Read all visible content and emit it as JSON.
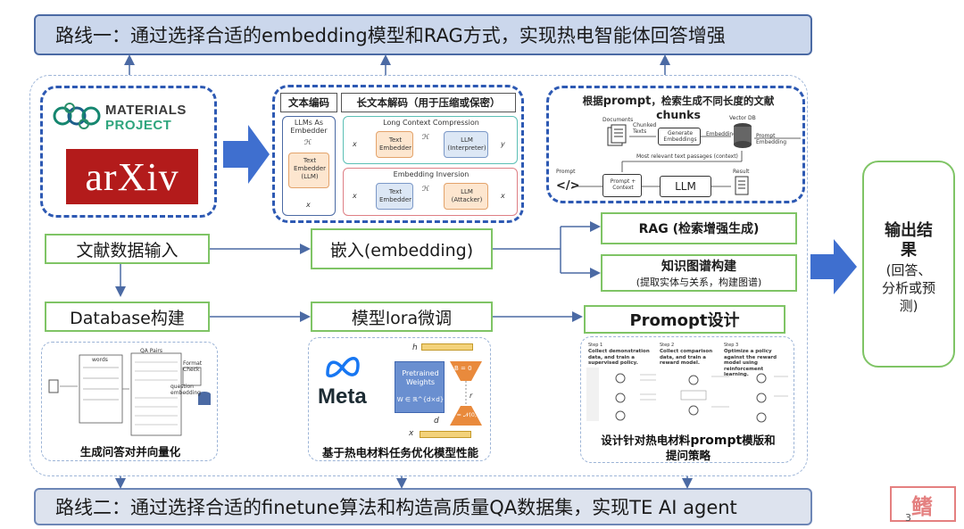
{
  "route1": "路线一：通过选择合适的embedding模型和RAG方式，实现热电智能体回答增强",
  "route2": "路线二：通过选择合适的finetune算法和构造高质量QA数据集，实现TE AI agent",
  "sources": {
    "materials_project_line1": "MATERIALS",
    "materials_project_line2": "PROJECT",
    "arxiv": "arXiv"
  },
  "embedding_panel": {
    "label_text_encoding": "文本编码",
    "label_long_text": "长文本解码（用于压缩或保密）",
    "llm_as_embedder": "LLMs As Embedder",
    "h_symbol": "ℋ",
    "x_symbol": "x",
    "y_symbol": "y",
    "text_embedder_llm": "Text Embedder (LLM)",
    "long_context": "Long Context Compression",
    "embedding_inversion": "Embedding Inversion",
    "text_embedder": "Text Embedder",
    "llm_interpreter": "LLM (Interpreter)",
    "llm_attacker": "LLM (Attacker)"
  },
  "rag_panel": {
    "title_prefix": "根据",
    "title_bold": "prompt",
    "title_suffix": "，检索生成不同长度的文献",
    "title_chunks": "chunks",
    "documents": "Documents",
    "chunked_texts": "Chunked Texts",
    "generate_embeddings": "Generate Embeddings",
    "embeddings": "Embeddings",
    "vector_db": "Vector DB",
    "prompt_embedding": "Prompt Embedding",
    "relevant": "Most relevant text passages (context)",
    "prompt": "Prompt",
    "prompt_context": "Prompt + Context",
    "llm": "LLM",
    "result": "Result",
    "code_icon": "</>"
  },
  "flow": {
    "literature_input": "文献数据输入",
    "embedding": "嵌入(embedding)",
    "rag": "RAG (检索增强生成)",
    "kg_title": "知识图谱构建",
    "kg_sub": "(提取实体与关系，构建图谱)",
    "database": "Database构建",
    "lora": "模型lora微调",
    "prompt_design": "Promopt设计"
  },
  "output": {
    "line1": "输出结",
    "line2": "果",
    "line3": "(回答、",
    "line4": "分析或预",
    "line5": "测)"
  },
  "bottom": {
    "qa_caption": "生成问答对并向量化",
    "qa_pairs": "QA Pairs",
    "words": "words",
    "question_embedding": "question embedding",
    "format_check": "Format Check",
    "meta": "Meta",
    "pretrained": "Pretrained Weights",
    "w_formula": "W ∈ ℝ^{d×d}",
    "lora_caption": "基于热电材料任务优化模型性能",
    "a_formula": "A = 𝒩(0,σ²)",
    "b_formula": "B = 0",
    "r_symbol": "r",
    "h_label": "h",
    "x_label": "x",
    "d_label": "d",
    "prompt_caption_1a": "设计针对热电材料",
    "prompt_caption_1b": "prompt",
    "prompt_caption_1c": "模版和",
    "prompt_caption_2": "提问策略",
    "step1": "Step 1",
    "step2": "Step 2",
    "step3": "Step 3",
    "step1_title": "Collect demonstration data, and train a supervised policy.",
    "step2_title": "Collect comparison data, and train a reward model.",
    "step3_title": "Optimize a policy against the reward model using reinforcement learning."
  },
  "page_number": "3",
  "stamp": "鳍"
}
